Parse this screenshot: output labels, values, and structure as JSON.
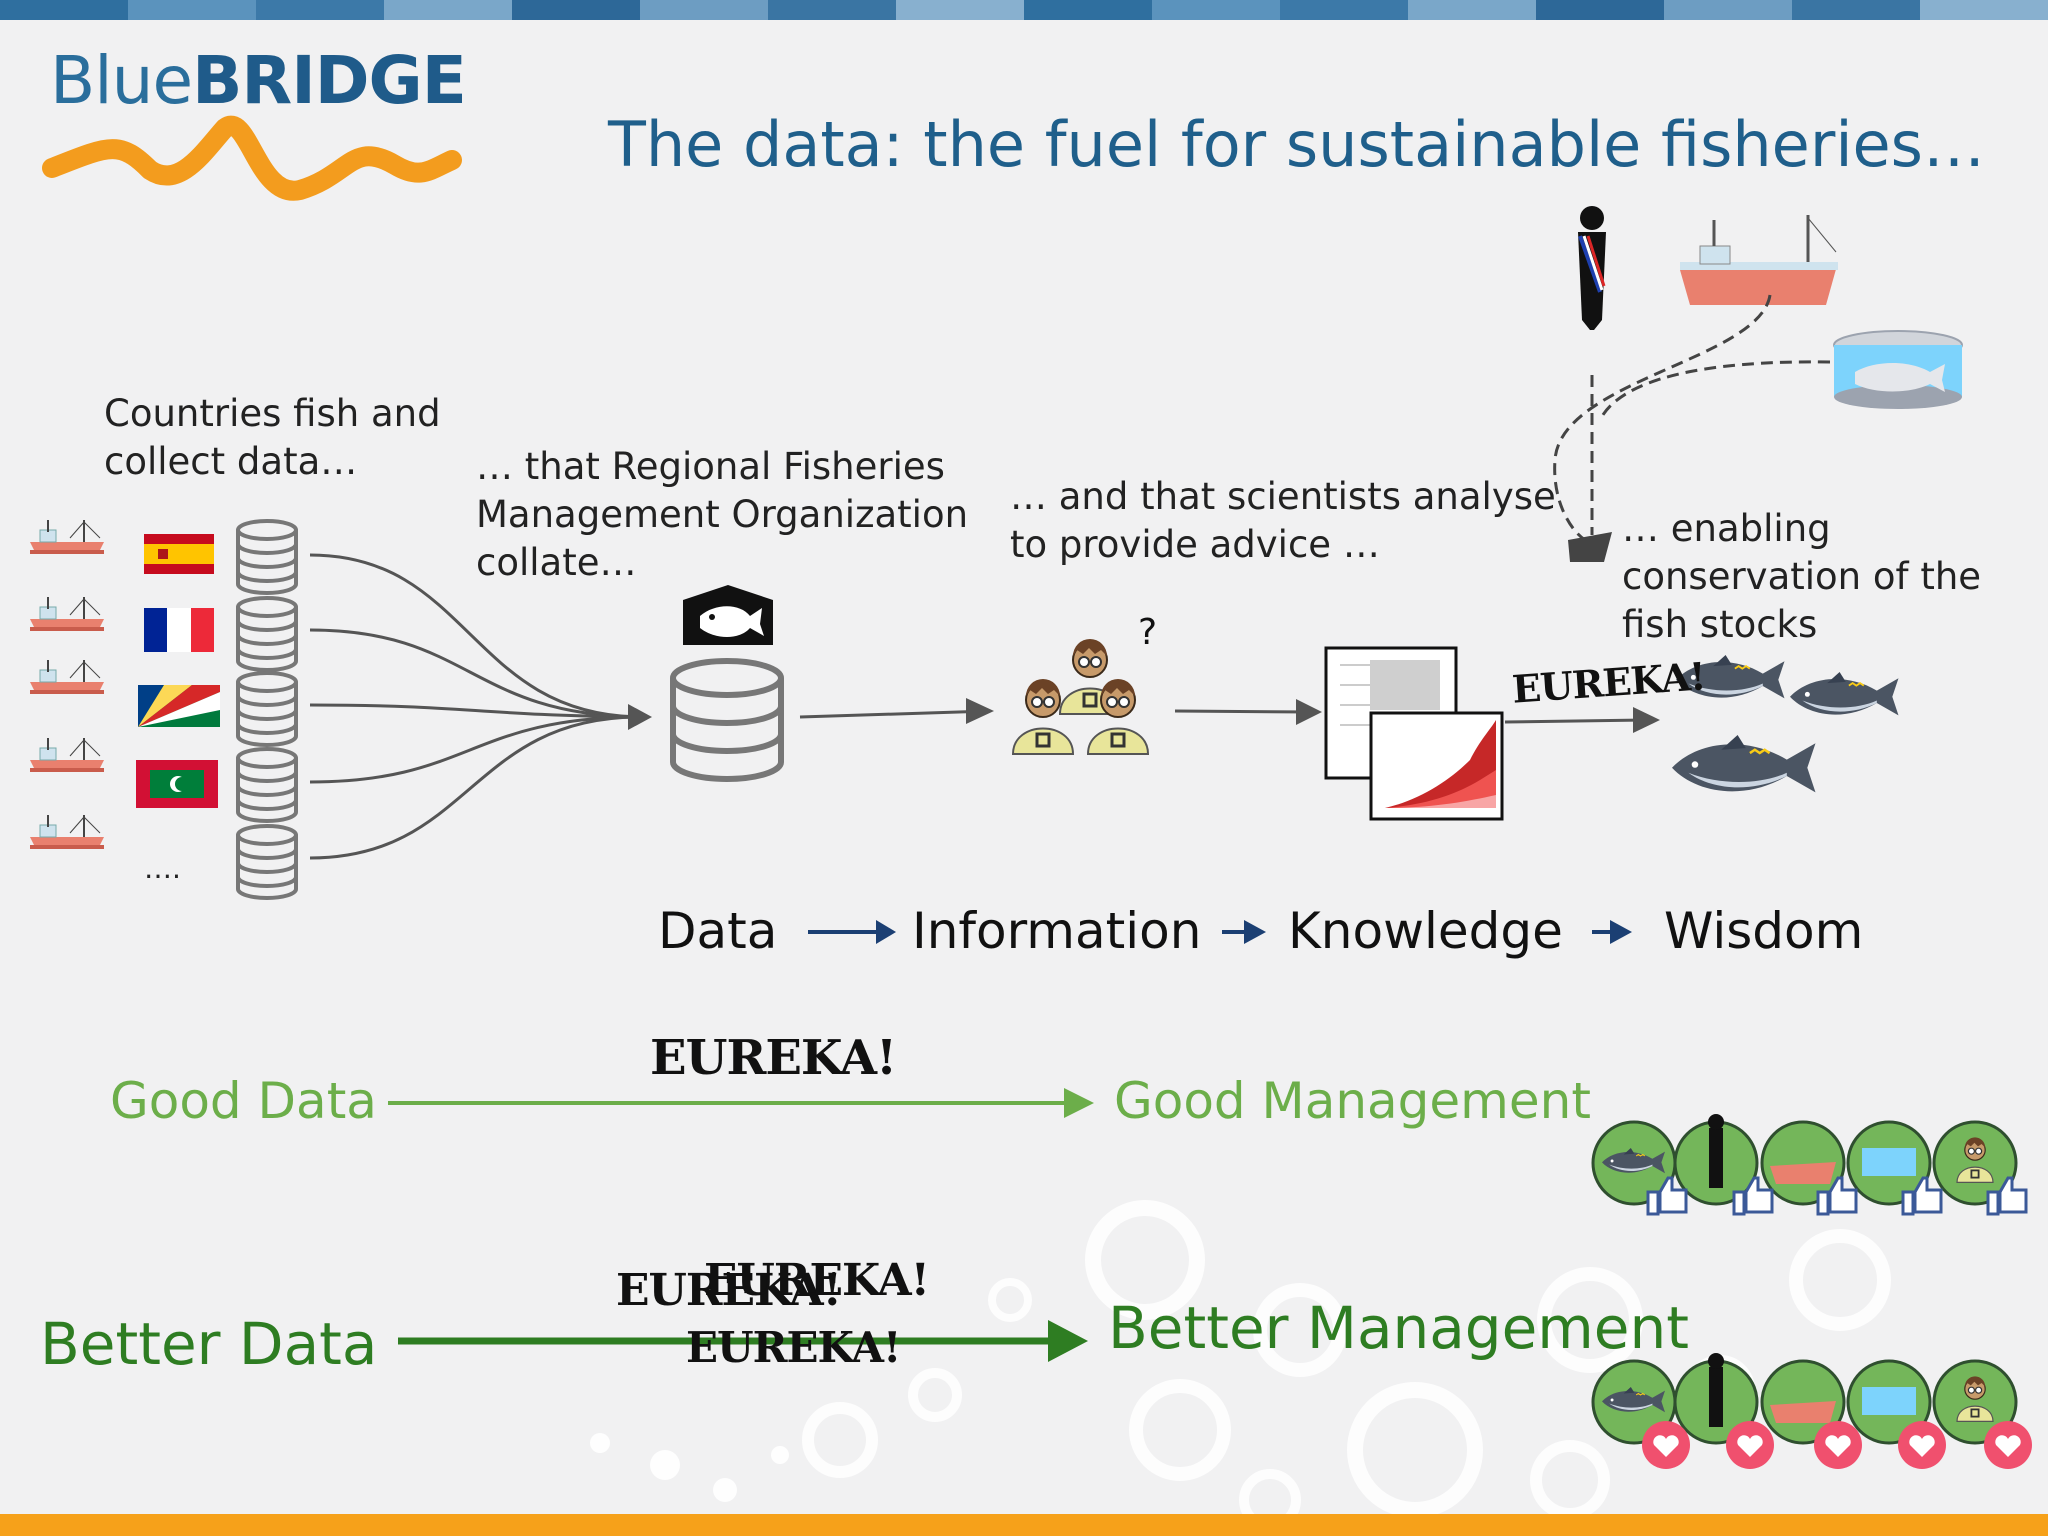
{
  "colors": {
    "title_blue": "#1f5f8b",
    "logo_orange": "#f39c1e",
    "good_green": "#6cae4a",
    "better_green": "#2e7d22",
    "arrow_navy": "#1b3f73",
    "bottom_bar": "#f6a11a"
  },
  "logo": {
    "part1": "Blue",
    "part2": "BRIDGE"
  },
  "title": "The data: the fuel for sustainable fisheries…",
  "captions": {
    "countries": [
      "Countries fish and",
      "collect data…"
    ],
    "rfmo": [
      "… that Regional Fisheries",
      "Management Organization",
      "collate…"
    ],
    "scientists": [
      "… and that scientists analyse",
      "to provide advice …"
    ],
    "conservation": [
      "… enabling",
      "conservation of the",
      "fish stocks"
    ]
  },
  "ellipsis": "….",
  "question_mark": "?",
  "dikw": [
    "Data",
    "Information",
    "Knowledge",
    "Wisdom"
  ],
  "eureka": "EUREKA!",
  "good": {
    "left": "Good Data",
    "right": "Good Management"
  },
  "better": {
    "left": "Better Data",
    "right": "Better Management"
  },
  "icons": {
    "boats": "fishing-boat-icon",
    "flags": [
      "spain-flag-icon",
      "france-flag-icon",
      "seychelles-flag-icon",
      "maldives-flag-icon"
    ],
    "database": "database-icon",
    "rfmo_house": "fish-house-icon",
    "scientists": "scientists-icon",
    "charts": "chart-icon",
    "fish": "tuna-icon",
    "like": "thumbs-up-icon",
    "love": "heart-icon"
  }
}
